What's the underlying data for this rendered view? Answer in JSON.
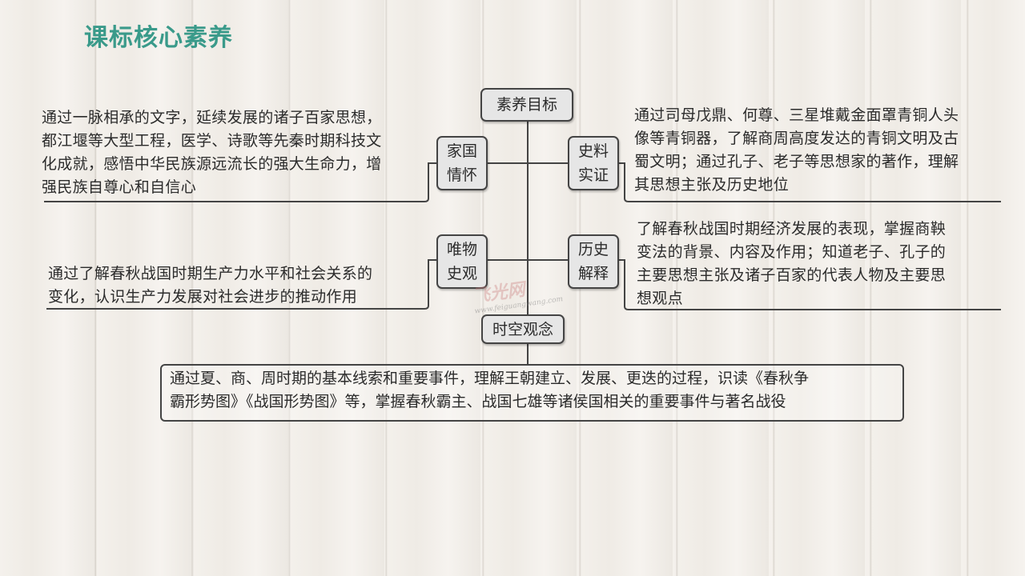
{
  "title": "课标核心素养",
  "center": "素养目标",
  "nodes": {
    "jiaguo": [
      "家国",
      "情怀"
    ],
    "shiliao": [
      "史料",
      "实证"
    ],
    "weiwu": [
      "唯物",
      "史观"
    ],
    "lishi": [
      "历史",
      "解释"
    ],
    "shikong": "时空观念"
  },
  "texts": {
    "jiaguo": [
      "通过一脉相承的文字，延续发展的诸子百家思想，",
      "都江堰等大型工程，医学、诗歌等先秦时期科技文",
      "化成就，感悟中华民族源远流长的强大生命力，增",
      "强民族自尊心和自信心"
    ],
    "shiliao": [
      "通过司母戊鼎、何尊、三星堆戴金面罩青铜人头",
      "像等青铜器，了解商周高度发达的青铜文明及古",
      "蜀文明；通过孔子、老子等思想家的著作，理解",
      "其思想主张及历史地位"
    ],
    "weiwu": [
      "通过了解春秋战国时期生产力水平和社会关系的",
      "变化，认识生产力发展对社会进步的推动作用"
    ],
    "lishi": [
      "了解春秋战国时期经济发展的表现，掌握商鞅",
      "变法的背景、内容及作用；知道老子、孔子的",
      "主要思想主张及诸子百家的代表人物及主要思",
      "想观点"
    ],
    "shikong": [
      "通过夏、商、周时期的基本线索和重要事件，理解王朝建立、发展、更迭的过程，识读《春秋争",
      "霸形势图》《战国形势图》等，掌握春秋霸主、战国七雄等诸侯国相关的重要事件与著名战役"
    ]
  },
  "watermark": {
    "name": "飞光网",
    "url": "www.feiguangwang.com"
  }
}
